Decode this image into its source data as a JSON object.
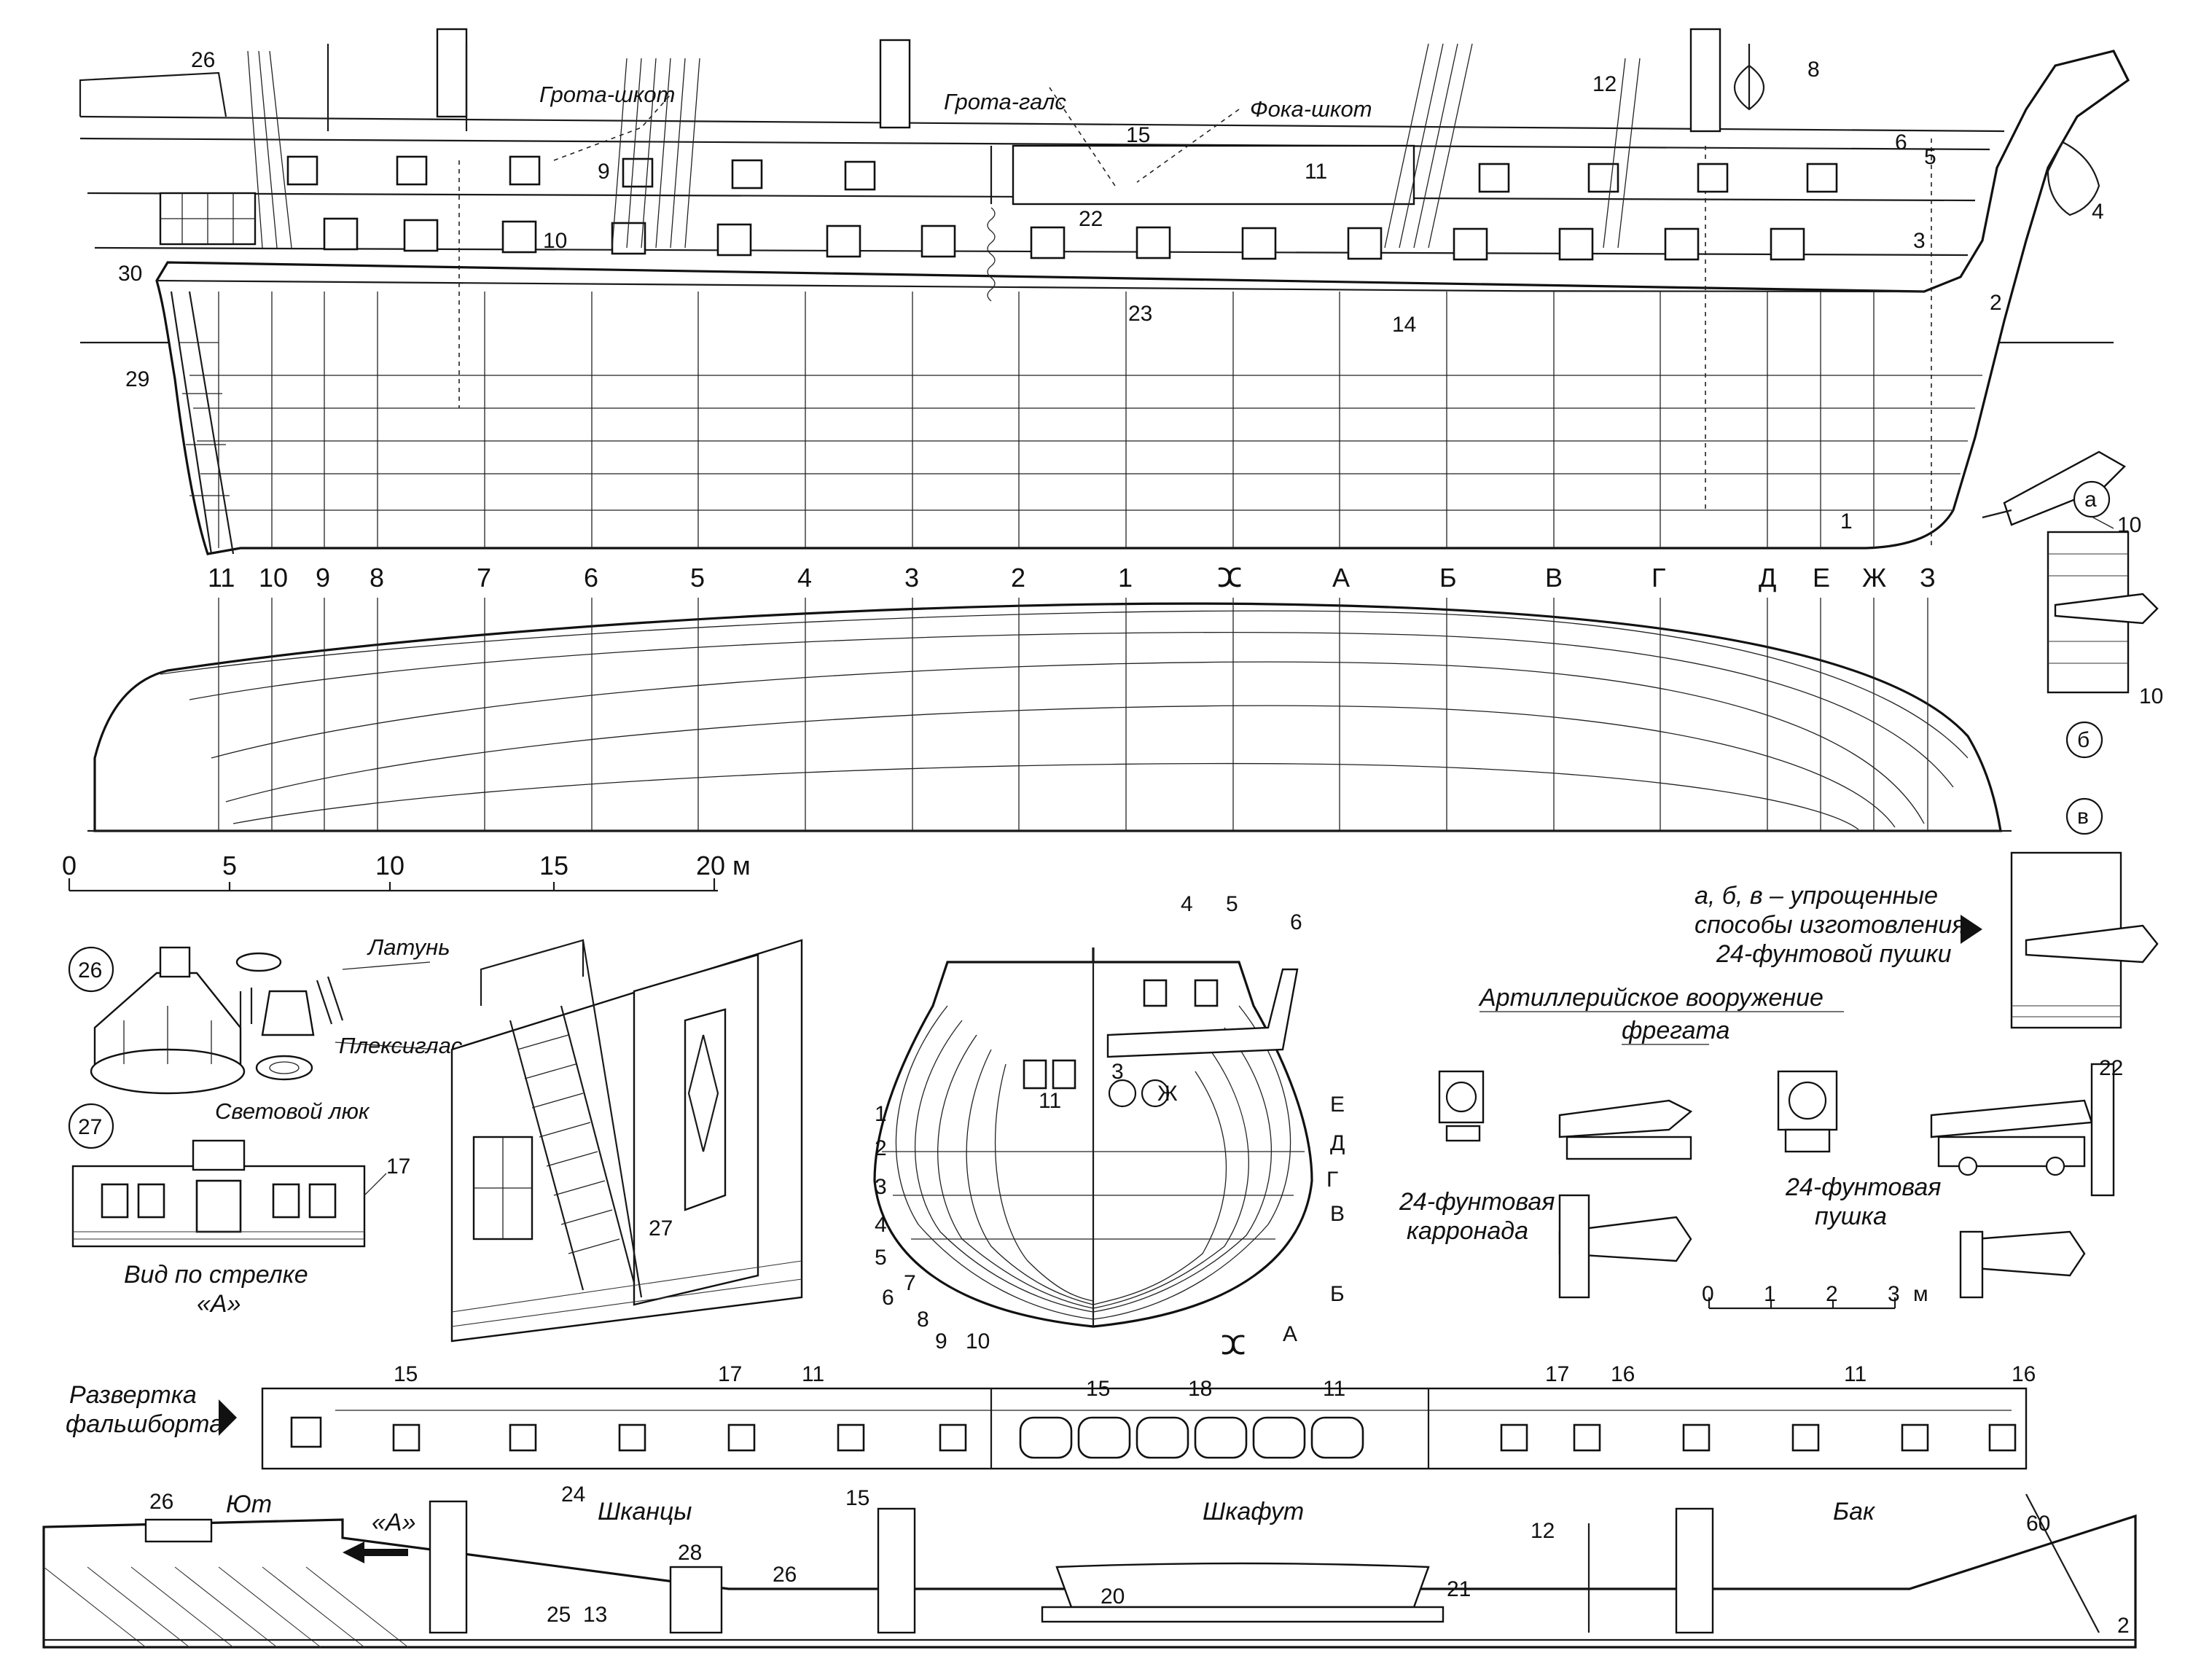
{
  "side_view": {
    "labels": {
      "grota_shkot": "Грота-шкот",
      "grota_gals": "Грота-галс",
      "foka_shkot": "Фока-шкот"
    },
    "callouts": [
      "26",
      "15",
      "11",
      "12",
      "8",
      "6",
      "5",
      "4",
      "3",
      "2",
      "1",
      "9",
      "10",
      "22",
      "23",
      "14",
      "30",
      "29"
    ]
  },
  "stations": {
    "aft": [
      "11",
      "10",
      "9",
      "8",
      "7",
      "6",
      "5",
      "4",
      "3",
      "2",
      "1"
    ],
    "midship": "ⵋ",
    "fwd": [
      "А",
      "Б",
      "В",
      "Г",
      "Д",
      "Е",
      "Ж",
      "З"
    ]
  },
  "scale_main": {
    "ticks": [
      "0",
      "5",
      "10",
      "15",
      "20"
    ],
    "unit": "м"
  },
  "detail_26": {
    "number": "26",
    "materials": {
      "brass": "Латунь",
      "plexiglass": "Плексиглас"
    }
  },
  "detail_27": {
    "number": "27",
    "skylight": "Световой люк",
    "callout": "17",
    "caption_line1": "Вид по стрелке",
    "caption_line2": "«А»"
  },
  "ladder": {
    "callout": "27"
  },
  "body_plan": {
    "top_callouts": [
      "4",
      "5",
      "6"
    ],
    "left": [
      "1",
      "2",
      "3",
      "4",
      "5",
      "6",
      "7",
      "8",
      "9",
      "10"
    ],
    "right": [
      "Е",
      "Д",
      "Г",
      "В",
      "Б",
      "А"
    ],
    "inner": [
      "11",
      "3",
      "Ж"
    ],
    "bottom": "ⵋ"
  },
  "artillery": {
    "title_line1": "Артиллерийское вооружение",
    "title_line2": "фрегата",
    "carronade_line1": "24-фунтовая",
    "carronade_line2": "карронада",
    "gun_line1": "24-фунтовая",
    "gun_line2": "пушка",
    "scale_ticks": [
      "0",
      "1",
      "2",
      "3"
    ],
    "scale_unit": "м",
    "callout": "22"
  },
  "methods": {
    "a": "а",
    "b": "б",
    "v": "в",
    "callout_a": "10",
    "callout_b": "10",
    "note_line1": "а, б, в – упрощенные",
    "note_line2": "способы изготовления",
    "note_line3": "24-фунтовой пушки"
  },
  "bulwark": {
    "title_line1": "Развертка",
    "title_line2": "фальшборта",
    "callouts": [
      "15",
      "17",
      "11",
      "15",
      "18",
      "11",
      "17",
      "16",
      "11",
      "16",
      "24",
      "15"
    ]
  },
  "deck": {
    "yut": "Ют",
    "shkantsy": "Шканцы",
    "shkafut": "Шкафут",
    "bak": "Бак",
    "arrow_a": "«А»",
    "callouts": [
      "26",
      "28",
      "26",
      "25",
      "13",
      "20",
      "21",
      "12",
      "60",
      "2"
    ]
  }
}
